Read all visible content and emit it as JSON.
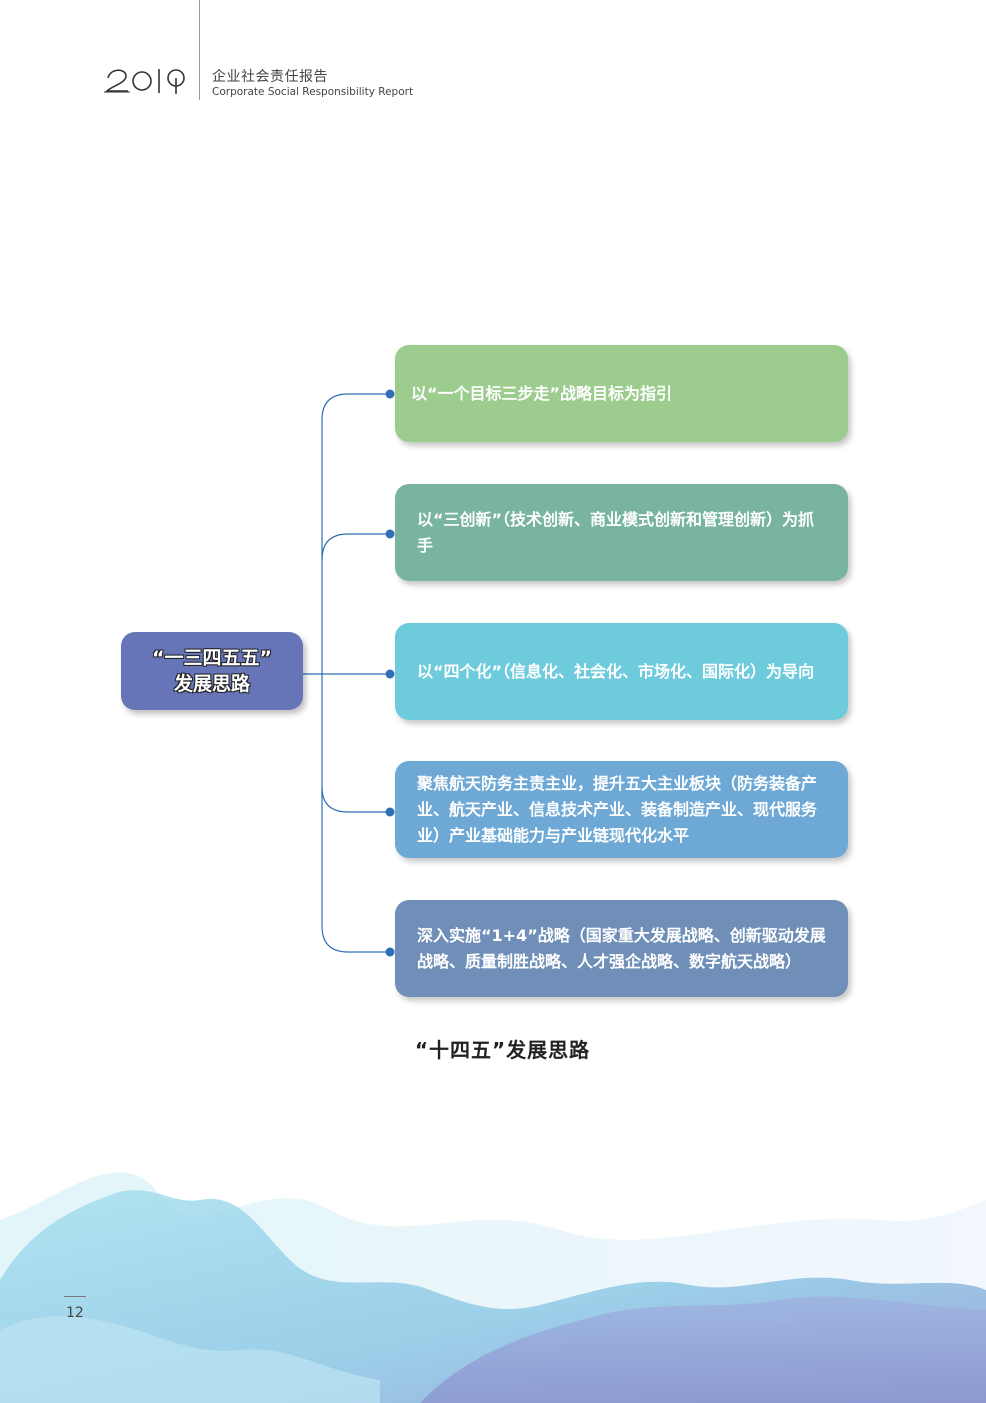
{
  "header": {
    "logo_year": "2019",
    "title_cn": "企业社会责任报告",
    "title_en": "Corporate Social Responsibility Report"
  },
  "diagram": {
    "center": {
      "line1": "“一三四五五”",
      "line2": "发展思路"
    },
    "items": [
      {
        "text": "以“一个目标三步走”战略目标为指引",
        "color": "#9ccc8e"
      },
      {
        "text": "以“三创新”（技术创新、商业模式创新和管理创新）为抓手",
        "color": "#79b4a0"
      },
      {
        "text": "以“四个化”（信息化、社会化、市场化、国际化）为导向",
        "color": "#6ecbdc"
      },
      {
        "text": "聚焦航天防务主责主业，提升五大主业板块（防务装备产业、航天产业、信息技术产业、装备制造产业、现代服务业）产业基础能力与产业链现代化水平",
        "color": "#6ea8d4"
      },
      {
        "text": "深入实施“1+4”战略（国家重大发展战略、创新驱动发展战略、质量制胜战略、人才强企战略、数字航天战略）",
        "color": "#6f8fb8"
      }
    ],
    "connector_color": "#2f6fb5",
    "center_color": "#6675b8"
  },
  "caption": "“十四五”发展思路",
  "page_number": "12"
}
